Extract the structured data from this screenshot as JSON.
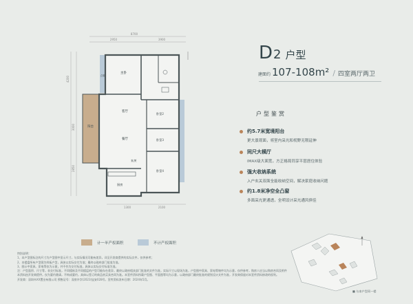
{
  "unit": {
    "letter": "D",
    "number": "2",
    "word": "户型",
    "area_label": "建面约",
    "area_value": "107-108m²",
    "separator": "/",
    "rooms": "四室两厅两卫"
  },
  "appreciation_title": "户型鉴赏",
  "features": [
    {
      "title": "约5.7米宽境阳台",
      "desc": "更大景观面，将室内采光和视野无限延伸"
    },
    {
      "title": "同尺大横厅",
      "desc": "IMAX级大面宽，方正格局同享平层居住体验"
    },
    {
      "title": "强大收纳系统",
      "desc": "入户玄关双面全能收纳空间，解决家庭收纳问题"
    },
    {
      "title": "约1.8米净空全凸窗",
      "desc": "多面采光更通透，全明设计采光通风俱佳"
    }
  ],
  "legend": {
    "half": "计一半产权面积",
    "none": "不计产权面积"
  },
  "rooms": {
    "master": "主卧",
    "bedroom2": "卧室2",
    "bedroom3": "卧室3",
    "bedroom4": "卧室4",
    "living": "客厅",
    "dining": "餐厅",
    "kitchen": "厨房",
    "balcony": "阳台",
    "bay": "凸窗",
    "entry": "玄关"
  },
  "dimensions": {
    "top_total": "8700",
    "top_a": "2950",
    "top_b": "3900",
    "left_a": "4200",
    "left_b": "3000",
    "left_c": "2850",
    "bottom_a": "1300",
    "bottom_b": "2100"
  },
  "notes": [
    "特别说明：",
    "1、本户型图标注的尺寸为户型图中显示尺寸，与实际情况可能有差异，详见开发商提供的实际文件，仅供参考；",
    "2、本楼盘所有户型图为样板户型，具体以实际交付为准；最终以政府部门批准为准。",
    "3、图示中家具、家电等仅为示意，并不作为交付标准，具体以实际交付标准为准。",
    "注：户型面积、尺寸等，非交付标准，不同楼栋及不同楼层的户型可能存在差异，最终以政府相关部门批准的文件为准，实际尺寸以现场为准，户型图中家具、家电等物件均为示意，仅供参考，购房人应当以购房合同及附件约定为准，如有差异以实际交付为准。",
    "本资料由开发商提供，仅为要约邀请，不构成要约，具体以签订的商品房买卖合同为准。本宣传资料所载户型图、平面图等均为示意，以政府部门最终批准的规划设计文件为准，开发商保留对本宣传资料修改的权利。",
    "开发商：深圳市XX置业有限公司 预售证号：深房许字(2023)宝安028号，宣传资料发布日期：2024年5月。"
  ],
  "site_caption": "■ 与本户型同一楼",
  "colors": {
    "half_area": "#c8ad8d",
    "no_area": "#b9cad8",
    "accent": "#b9845a",
    "wall": "#4b5557",
    "background": "#e9ece9"
  }
}
